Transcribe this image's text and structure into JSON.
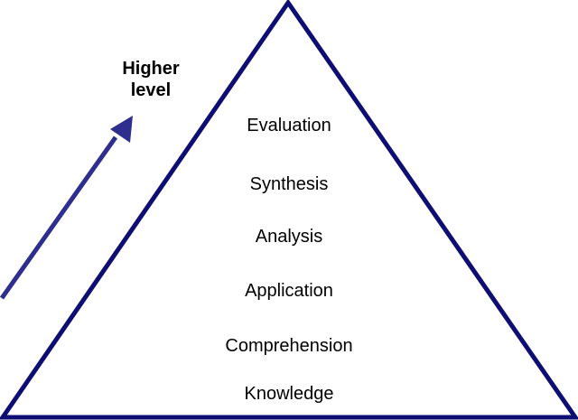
{
  "arrow_label": {
    "line1": "Higher",
    "line2": "level"
  },
  "pyramid_levels": [
    "Evaluation",
    "Synthesis",
    "Analysis",
    "Application",
    "Comprehension",
    "Knowledge"
  ],
  "colors": {
    "pyramid_outline": "#0d0d73",
    "arrow": "#2e2e8f",
    "text": "#000000",
    "background": "#ffffff"
  }
}
